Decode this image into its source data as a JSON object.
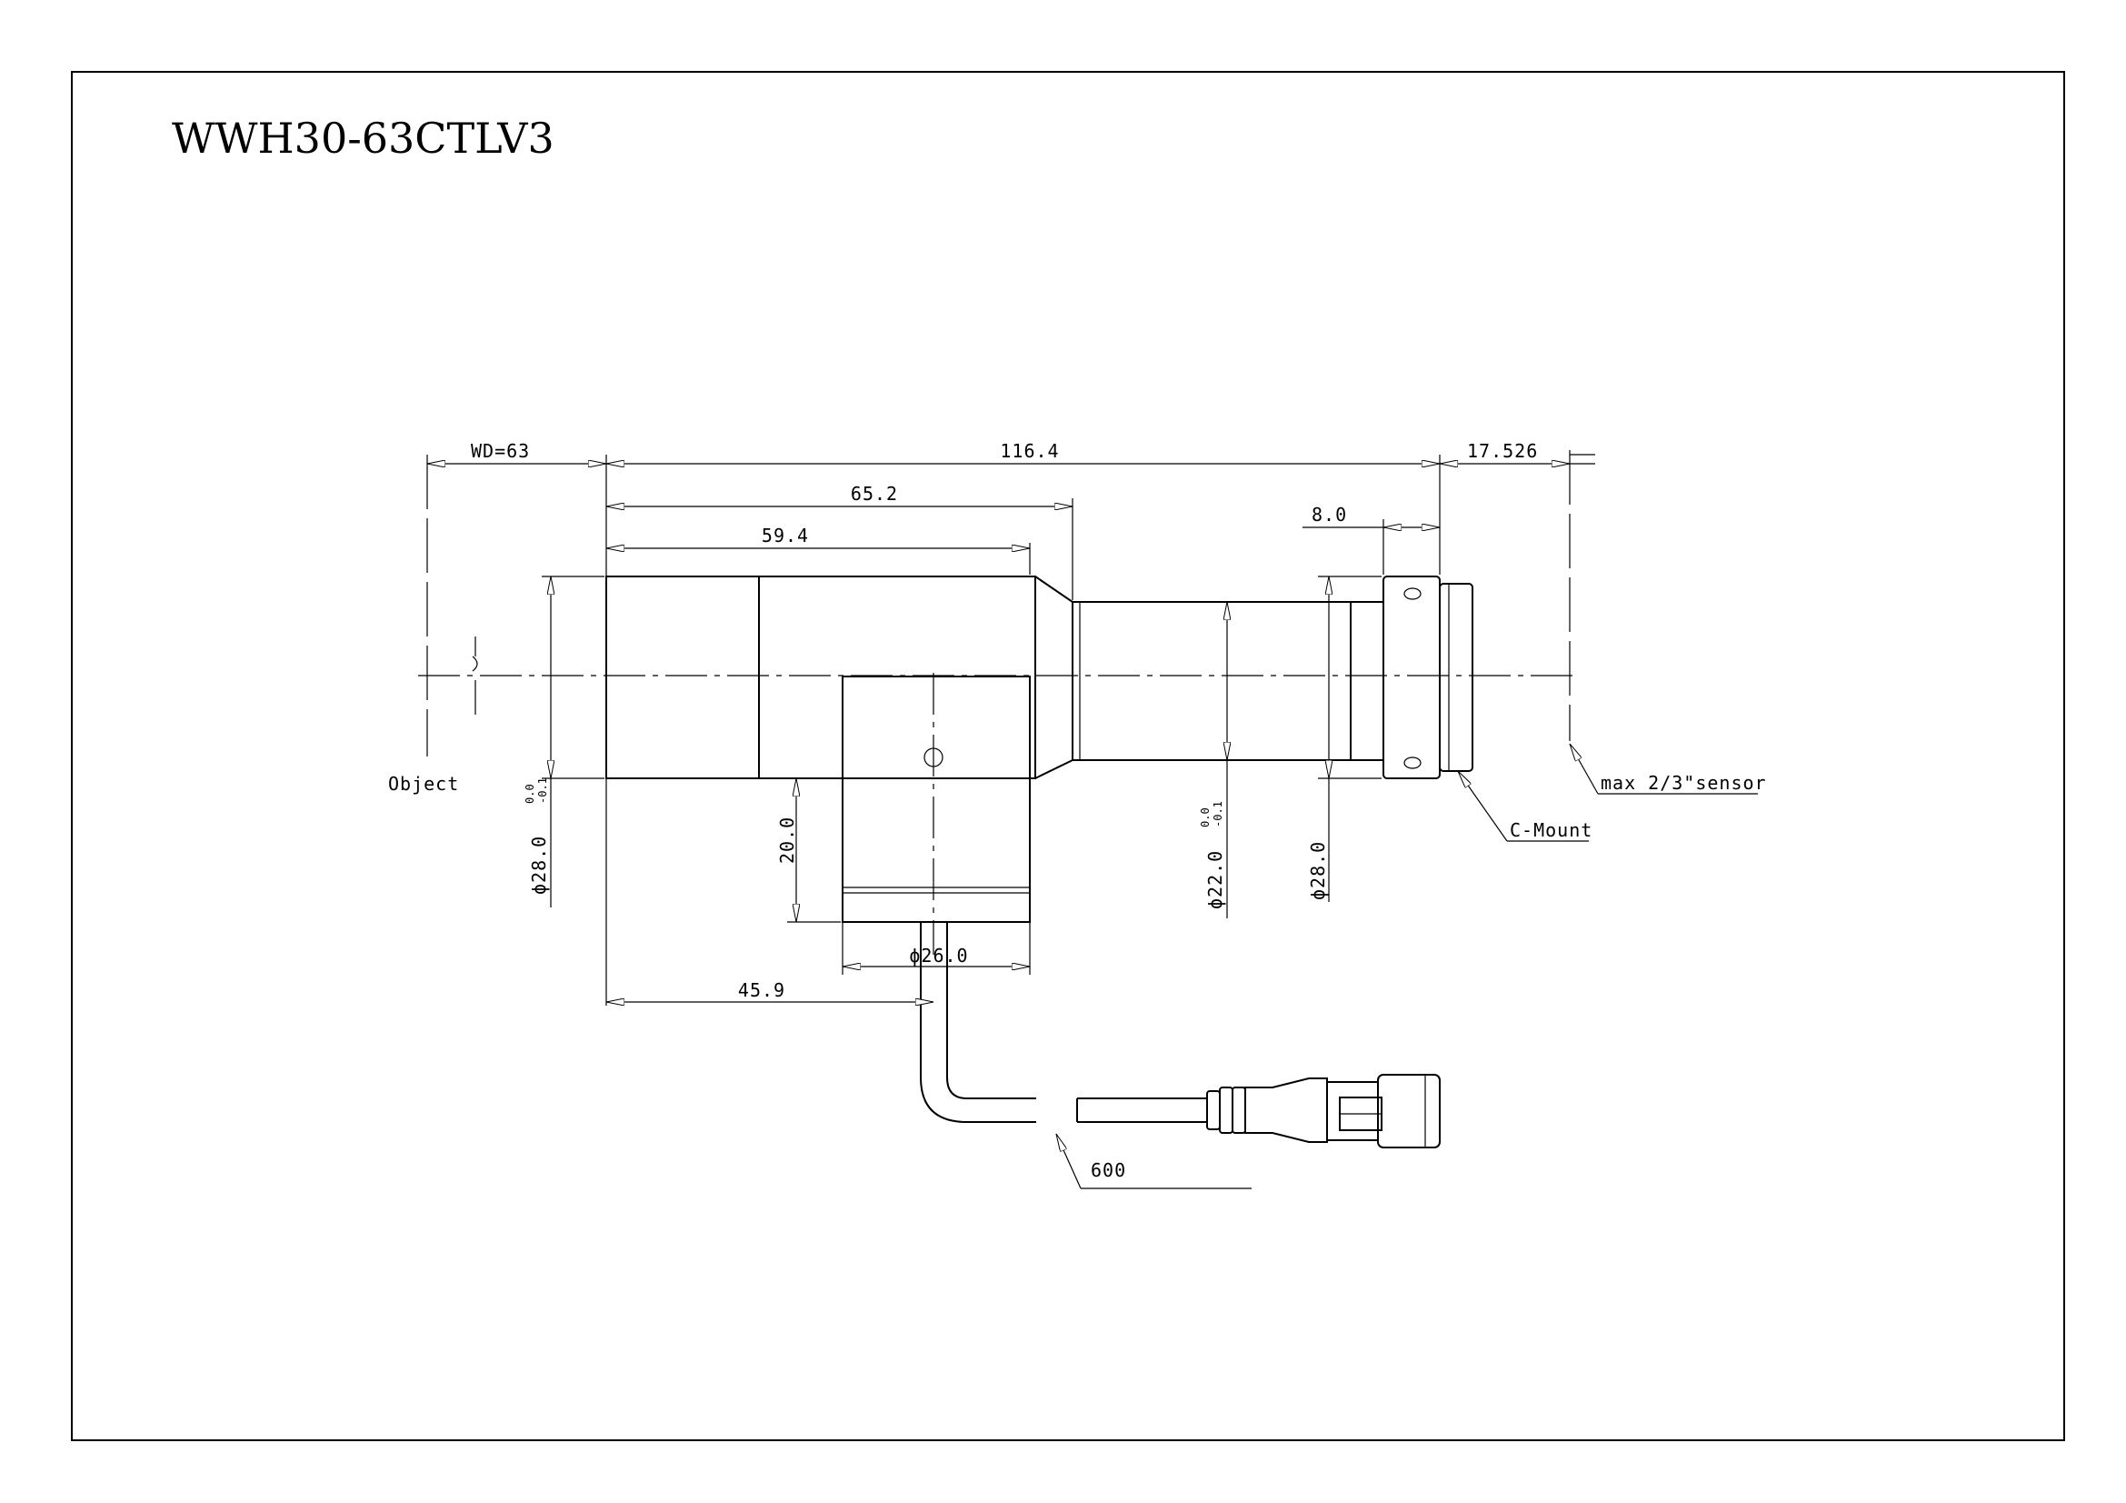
{
  "drawing": {
    "title": "WWH30-63CTLV3"
  },
  "dimensions": {
    "working_distance": "WD=63",
    "overall_length": "116.4",
    "flange_back": "17.526",
    "length_to_taper_end": "65.2",
    "body_front_length": "59.4",
    "mount_ring_width": "8.0",
    "front_diameter": "ϕ28.0",
    "front_diameter_tol_upper": "0.0",
    "front_diameter_tol_lower": "-0.1",
    "illuminator_height": "20.0",
    "barrel_diameter": "ϕ22.0",
    "barrel_diameter_tol_upper": "0.0",
    "barrel_diameter_tol_lower": "-0.1",
    "rear_diameter": "ϕ28.0",
    "illuminator_diameter": "ϕ26.0",
    "illuminator_position": "45.9",
    "cable_length": "600"
  },
  "labels": {
    "object": "Object",
    "mount": "C-Mount",
    "sensor": "max 2/3\"sensor"
  }
}
